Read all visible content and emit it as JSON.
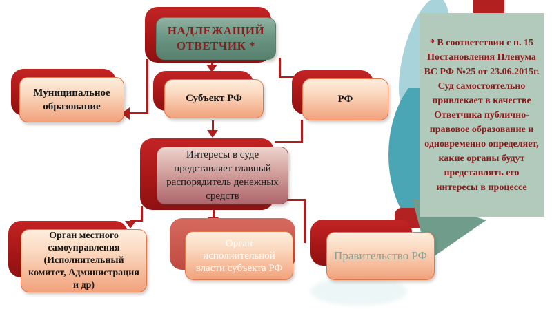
{
  "diagram": {
    "root": {
      "label": "НАДЛЕЖАЩИЙ ОТВЕТЧИК *"
    },
    "level1": [
      {
        "label": "Муниципальное образование"
      },
      {
        "label": "Субъект РФ"
      },
      {
        "label": "РФ"
      }
    ],
    "middle": {
      "label": "Интересы в суде представляет главный распорядитель денежных средств"
    },
    "level2": [
      {
        "label": "Орган местного самоуправления (Исполнительный комитет, Администрация и др)"
      },
      {
        "label": "Орган исполнительной власти субъекта РФ"
      },
      {
        "label": "Правительство РФ"
      }
    ]
  },
  "note": {
    "text": "* В соответствии с п. 15 Постановления Пленума ВС РФ №25 от 23.06.2015г. Суд самостоятельно привлекает в качестве Ответчика публично-правовое образование и одновременно определяет, какие органы будут представлять его интересы в процессе"
  },
  "colors": {
    "shadow_red": "#a81717",
    "connector_red": "#b11c1c",
    "box_peach_top": "#fdeedd",
    "box_peach_bottom": "#f1a27c",
    "box_border": "#e4764b",
    "root_teal": "#6d9684",
    "root_text_red": "#8c1d1d",
    "note_bg_sage": "#b2cabc",
    "note_text_red": "#8c1a1a",
    "circle_teal": "#4aa6b5",
    "tail_sage": "#6f9c8b",
    "middle_mauve": "#ae666c",
    "salmon_shadow": "#c04a41"
  }
}
